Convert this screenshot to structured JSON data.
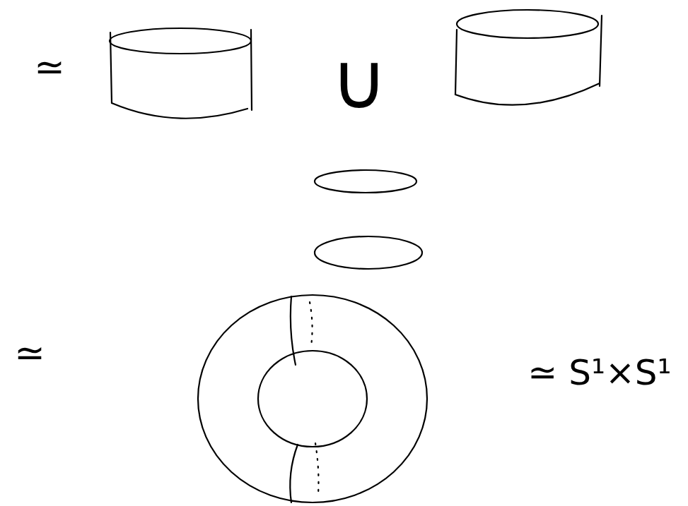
{
  "diagram": {
    "labels": [
      "≃",
      "∪",
      "≃",
      "≃ S¹×S¹"
    ]
  }
}
